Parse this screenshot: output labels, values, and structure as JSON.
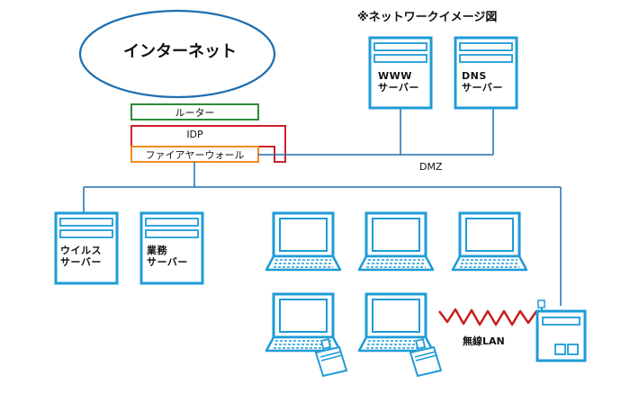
{
  "title": "※ネットワークイメージ図",
  "internet": "インターネット",
  "router": "ルーター",
  "idp": "IDP",
  "firewall": "ファイアヤーウォール",
  "dmz": "DMZ",
  "wireless_lan": "無線LAN",
  "servers": {
    "www": [
      "WWW",
      "サーバー"
    ],
    "dns": [
      "DNS",
      "サーバー"
    ],
    "virus": [
      "ウイルス",
      "サーバー"
    ],
    "business": [
      "業務",
      "サーバー"
    ]
  },
  "colors": {
    "link_blue": "#1e6fb0",
    "device_blue": "#1e9bd7",
    "router_green": "#2e8b3a",
    "idp_red": "#d0202a",
    "firewall_orange": "#f08a1e",
    "wireless_red": "#c81e1e"
  }
}
